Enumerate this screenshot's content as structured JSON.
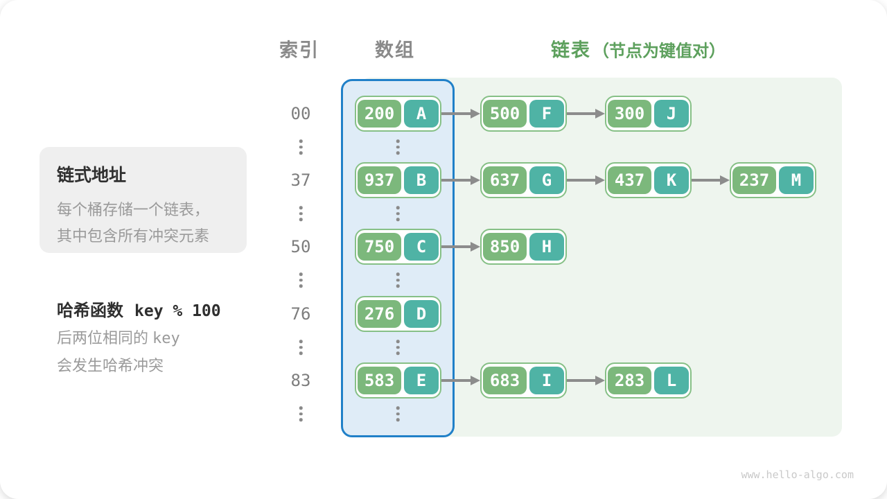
{
  "header": {
    "index_label": "索引",
    "array_label": "数组",
    "list_label": "链表",
    "list_note": "（节点为键值对）"
  },
  "annotations": {
    "box_title": "链式地址",
    "box_lines": [
      "每个桶存储一个链表，",
      "其中包含所有冲突元素"
    ],
    "hash_title_prefix": "哈希函数",
    "hash_title_code": "key % 100",
    "hash_line1_text": "后两位相同的",
    "hash_line1_code": "key",
    "hash_line2_text": "会发生哈希冲突"
  },
  "rows": [
    {
      "index": "00",
      "bucket": {
        "key": "200",
        "value": "A"
      },
      "chain": [
        {
          "key": "500",
          "value": "F"
        },
        {
          "key": "300",
          "value": "J"
        }
      ]
    },
    {
      "index": "37",
      "bucket": {
        "key": "937",
        "value": "B"
      },
      "chain": [
        {
          "key": "637",
          "value": "G"
        },
        {
          "key": "437",
          "value": "K"
        },
        {
          "key": "237",
          "value": "M"
        }
      ]
    },
    {
      "index": "50",
      "bucket": {
        "key": "750",
        "value": "C"
      },
      "chain": [
        {
          "key": "850",
          "value": "H"
        }
      ]
    },
    {
      "index": "76",
      "bucket": {
        "key": "276",
        "value": "D"
      },
      "chain": []
    },
    {
      "index": "83",
      "bucket": {
        "key": "583",
        "value": "E"
      },
      "chain": [
        {
          "key": "683",
          "value": "I"
        },
        {
          "key": "283",
          "value": "L"
        }
      ]
    }
  ],
  "colors": {
    "key_green": "#7cb87c",
    "value_teal": "#4fb3a5",
    "node_border": "#86c086",
    "array_fill": "#dfecf7",
    "array_border": "#2080c8",
    "list_fill": "#eef5ee",
    "header_green": "#5da05d",
    "arrow_gray": "#8c8c8c",
    "text_gray": "#9a9a9a",
    "index_gray": "#7d7d7d",
    "note_box_fill": "#efefef",
    "title_dark": "#2f2f2f",
    "watermark_gray": "#c9c9c9"
  },
  "watermark": "www.hello-algo.com"
}
